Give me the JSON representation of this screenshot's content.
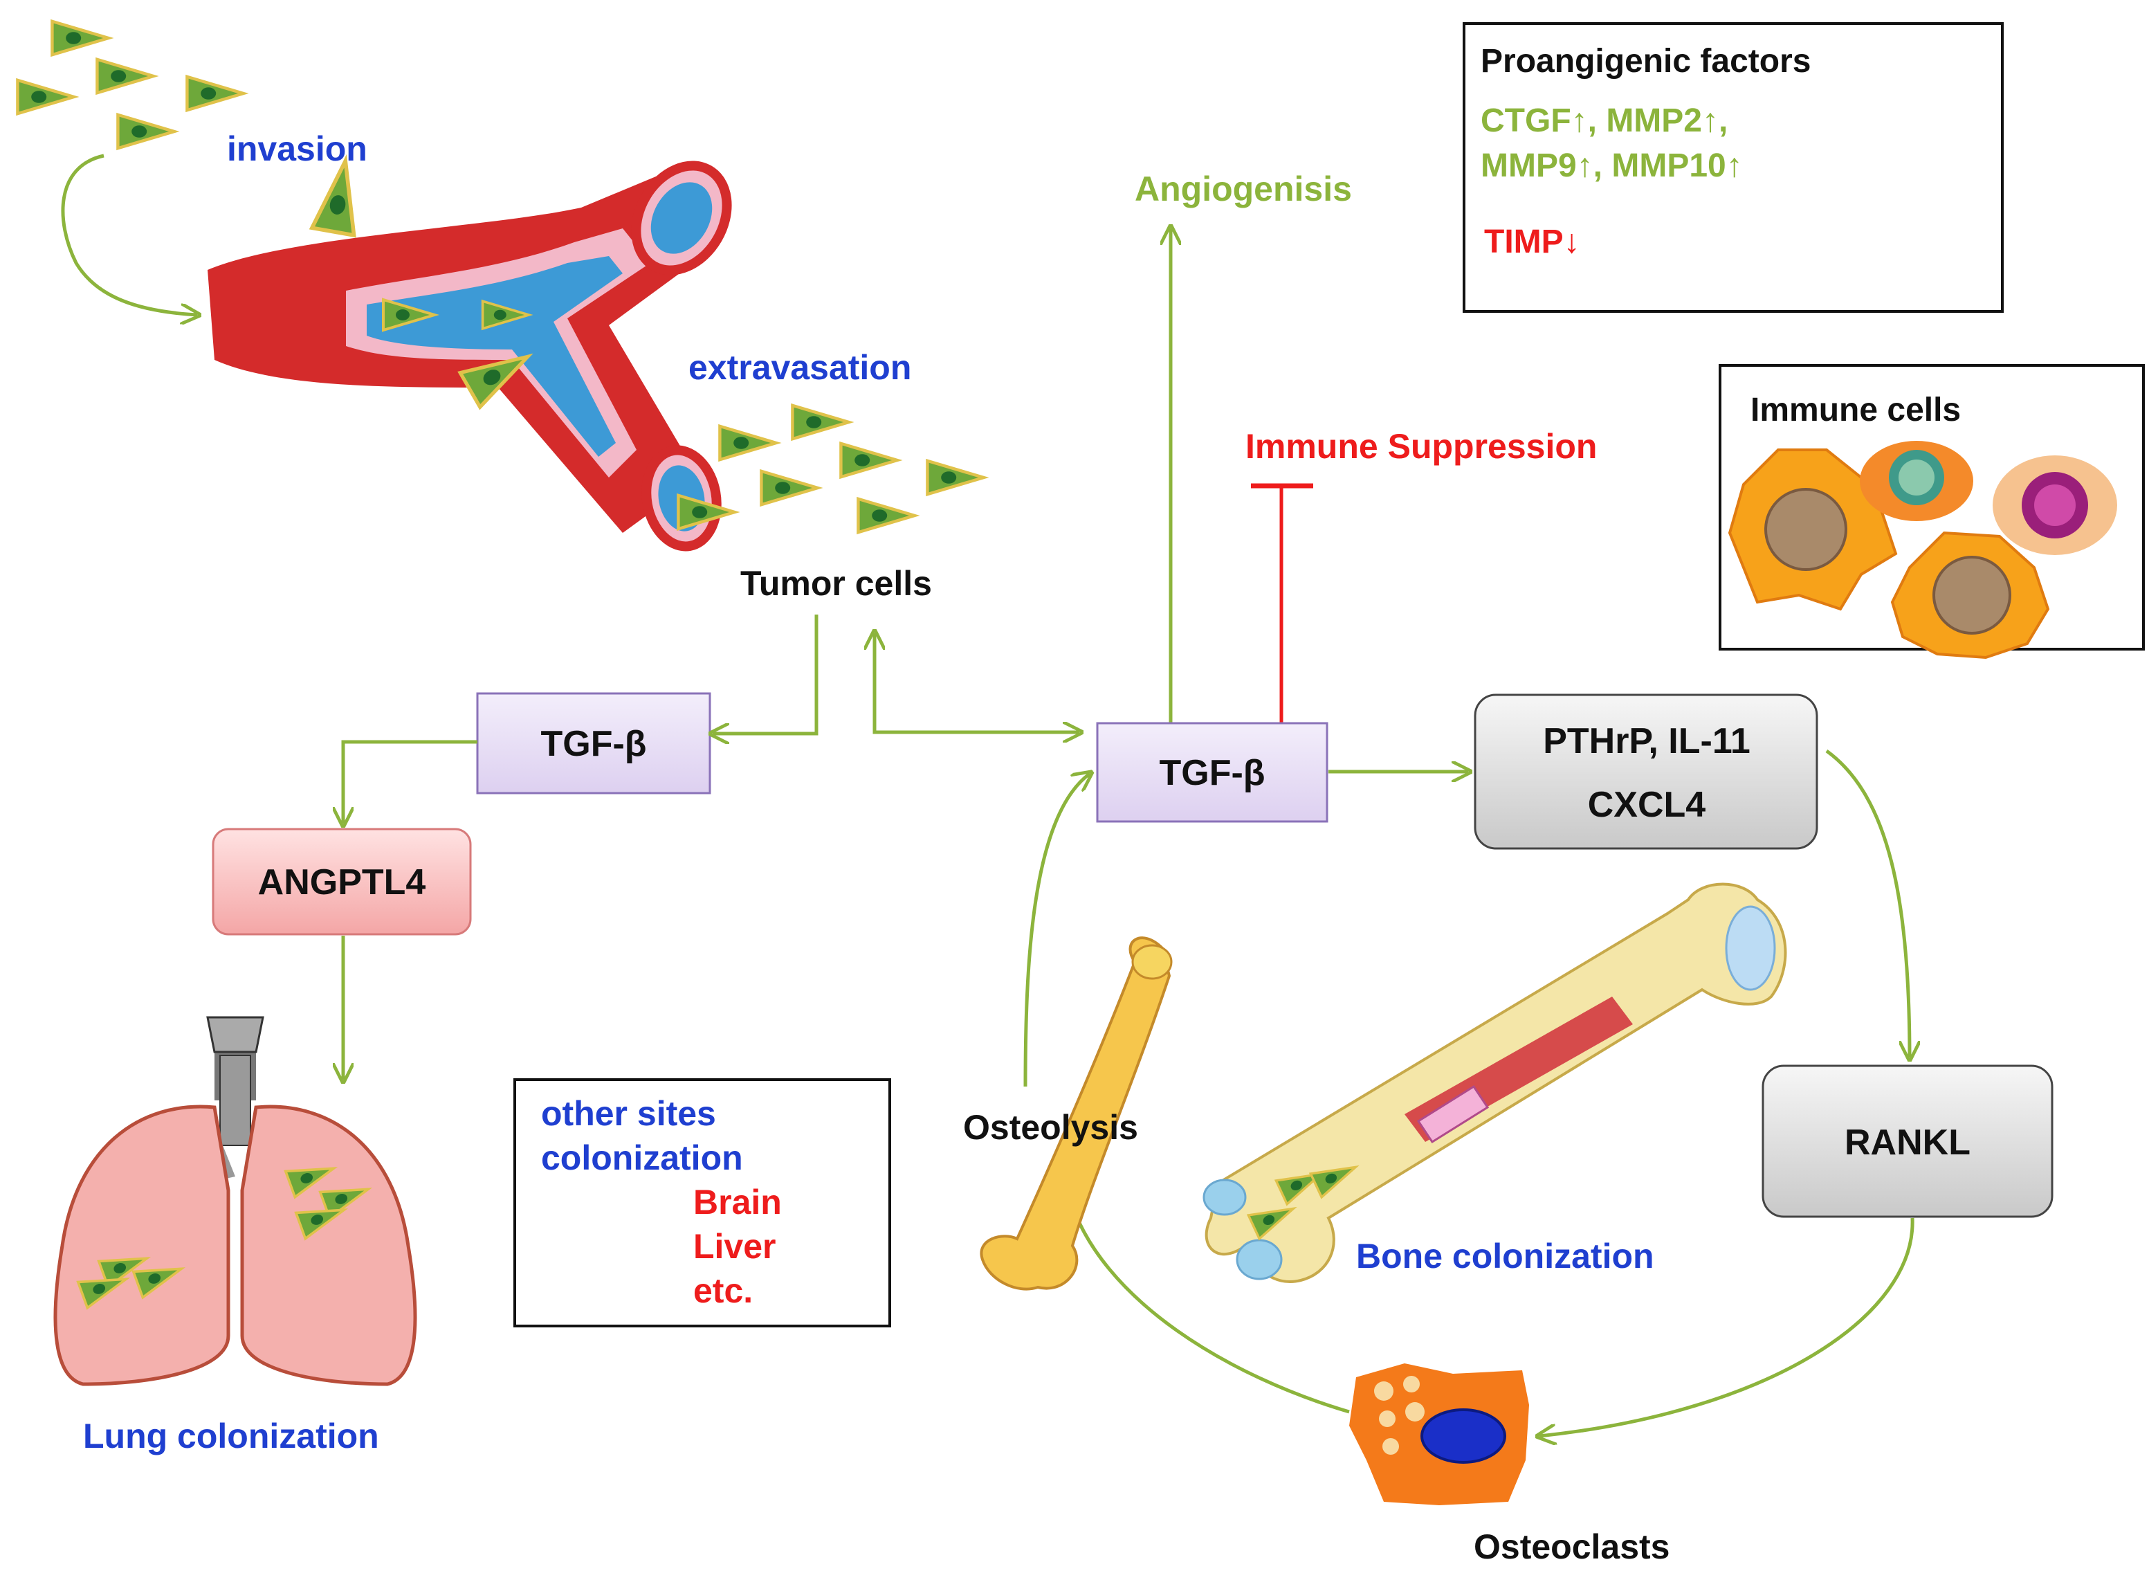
{
  "labels": {
    "invasion": "invasion",
    "extravasation": "extravasation",
    "tumor_cells": "Tumor cells",
    "angiogenesis": "Angiogenisis",
    "immune_suppression": "Immune  Suppression",
    "osteolysis": "Osteolysis",
    "bone_colonization": "Bone colonization",
    "lung_colonization": "Lung colonization",
    "osteoclasts": "Osteoclasts"
  },
  "boxes": {
    "tgf_left": "TGF-β",
    "tgf_center": "TGF-β",
    "angptl4": "ANGPTL4",
    "pthrp_line1": "PTHrP, IL-11",
    "pthrp_line2": "CXCL4",
    "rankl": "RANKL"
  },
  "proangiogenic": {
    "title": "Proangigenic factors",
    "line1": "CTGF↑, MMP2↑,",
    "line2": "MMP9↑, MMP10↑",
    "line3": "TIMP↓"
  },
  "immune_box": {
    "title": "Immune cells"
  },
  "other_sites": {
    "line1": "other sites",
    "line2": "colonization",
    "sites": [
      "Brain",
      "Liver",
      "etc."
    ]
  },
  "colors": {
    "arrow_green": "#8cb43c",
    "label_blue": "#1f3fd0",
    "label_red": "#ee1c1c",
    "inhibit_red": "#ee1c1c"
  }
}
